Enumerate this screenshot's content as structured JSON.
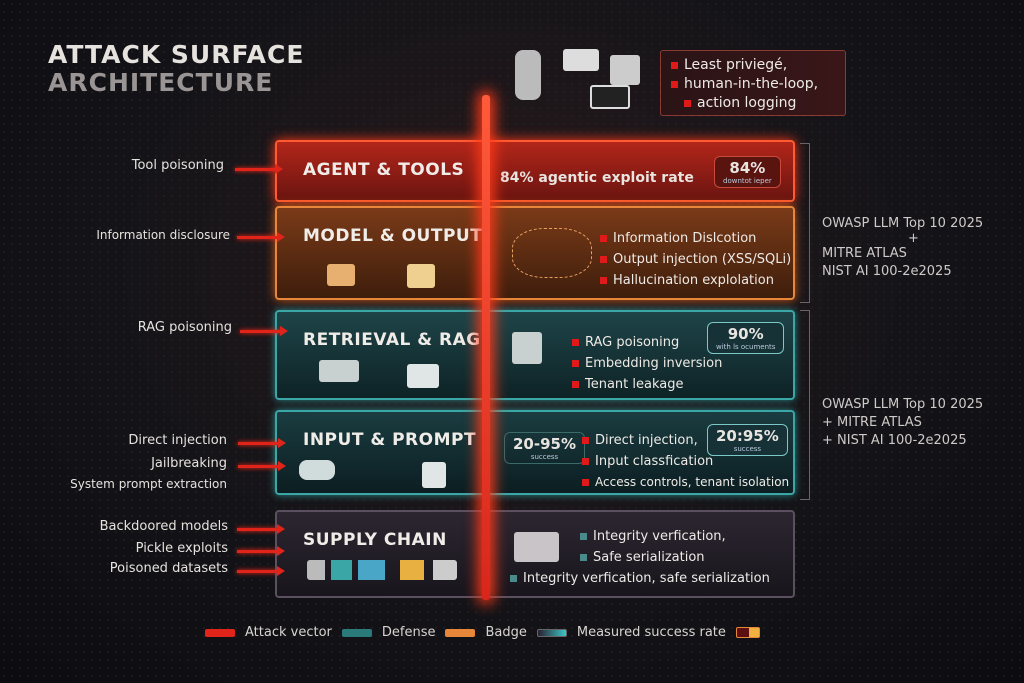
{
  "title": {
    "line1": "ATTACK SURFACE",
    "line2": "ARCHITECTURE"
  },
  "top_box": {
    "items": [
      "Least priviegé,",
      "human-in-the-loop,",
      "action logging"
    ],
    "icons": [
      "robot-arm-icon",
      "envelope-icon",
      "server-lock-icon",
      "terminal-icon"
    ]
  },
  "layers": [
    {
      "name": "AGENT & TOOLS",
      "stat": "84% agentic exploit rate",
      "badge": {
        "value": "84%",
        "caption": "downtot ieper"
      },
      "attacks": [
        "Tool poisoning"
      ]
    },
    {
      "name": "MODEL & OUTPUT",
      "items": [
        "Information Dislcotion",
        "Output injection (XSS/SQLi)",
        "Hallucination explolation"
      ],
      "attacks": [
        "Information disclosure"
      ]
    },
    {
      "name": "RETRIEVAL & RAG",
      "items": [
        "RAG poisoning",
        "Embedding inversion",
        "Tenant leakage"
      ],
      "badge": {
        "value": "90%",
        "caption": "with ls ocuments"
      },
      "attacks": [
        "RAG poisoning"
      ]
    },
    {
      "name": "INPUT & PROMPT",
      "items": [
        "Direct injection,",
        "Input classfication",
        "Access controls, tenant isolation"
      ],
      "stat": {
        "value": "20-95%",
        "caption": "success"
      },
      "badge": {
        "value": "20:95%",
        "caption": "success"
      },
      "attacks": [
        "Direct injection",
        "Jailbreaking",
        "System prompt extraction"
      ]
    },
    {
      "name": "SUPPLY CHAIN",
      "items": [
        "Integrity verfication,",
        "Safe serialization",
        "Integrity verfication, safe serialization"
      ],
      "attacks": [
        "Backdoored models",
        "Pickle exploits",
        "Poisoned datasets"
      ]
    }
  ],
  "standards": [
    {
      "lines": [
        "OWASP LLM Top 10 2025",
        "+",
        "MITRE ATLAS",
        "NIST AI 100-2e2025"
      ]
    },
    {
      "lines": [
        "OWASP LLM Top 10 2025",
        "+ MITRE ATLAS",
        "+ NIST AI 100-2e2025"
      ]
    }
  ],
  "legend": [
    "Attack vector",
    "Defense",
    "Badge",
    "Measured success rate"
  ],
  "colors": {
    "attack": "#e0241a",
    "defense": "#3aa6a6",
    "badge": "#e8863a"
  }
}
